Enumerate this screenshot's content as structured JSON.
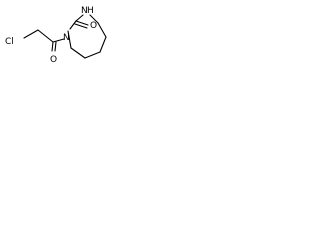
{
  "structure": {
    "atoms": {
      "oxygen": "O",
      "nh_nitrogen": "N",
      "nh_hydrogen": "H",
      "amide_nitrogen": "N",
      "acyl_oxygen": "O",
      "chlorine": "Cl"
    },
    "bond_color": "#000000"
  }
}
